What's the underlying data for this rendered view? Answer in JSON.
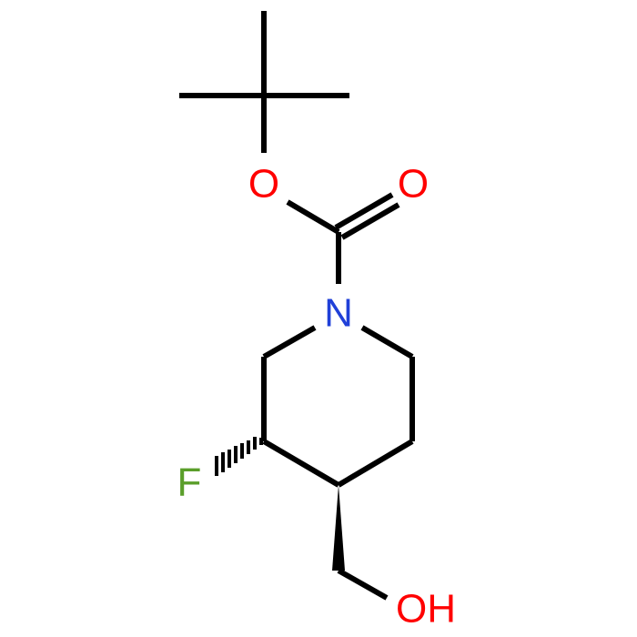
{
  "molecule": {
    "atoms": {
      "O_ester": {
        "label": "O",
        "color": "#ff0000"
      },
      "O_carbonyl": {
        "label": "O",
        "color": "#ff0000"
      },
      "N": {
        "label": "N",
        "color": "#2040d8"
      },
      "F": {
        "label": "F",
        "color": "#5a9e2a"
      },
      "OH": {
        "label": "OH",
        "color": "#ff0000"
      }
    },
    "bond_color": "#000000",
    "stereo": {
      "C3_F": "hashed-wedge",
      "C4_CH2OH": "solid-wedge"
    }
  }
}
